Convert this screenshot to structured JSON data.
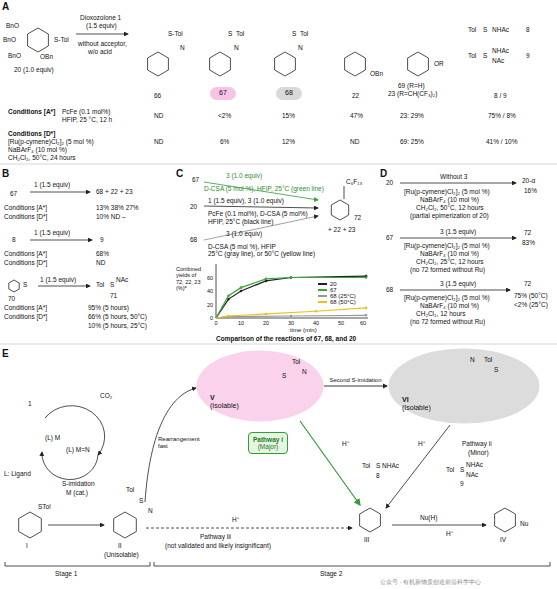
{
  "diagram": {
    "nodes": [
      {
        "text": [
          "67"
        ]
      },
      {
        "text": [
          "68"
        ]
      },
      {
        "text": [
          "V",
          "(Isolable)"
        ]
      },
      {
        "text": [
          "VI",
          "(Isolable)"
        ]
      },
      {
        "text": [
          "Pathway i",
          "(Major)"
        ]
      }
    ],
    "edges": [
      {
        "from": 2,
        "to": 3,
        "arrow": "to",
        "label": "Second S-imidation"
      }
    ],
    "labels": [
      "A",
      "Dioxozolone 1",
      "(1.5 equiv)",
      "without acceptor,",
      "w/o acid",
      "BnO",
      "BnO",
      "BnO",
      "S-Tol",
      "OBn",
      "20 (1.0 equiv)",
      "S-Tol",
      "N",
      "66",
      "S",
      "Tol",
      "N",
      "S",
      "Tol",
      "N",
      "OBn",
      "22",
      "OR",
      "69 (R=H)",
      "23 (R=CH(CF₃)₂)",
      "Tol",
      "S",
      "NHAc",
      "Tol",
      "S",
      "NHAc",
      "NAc",
      "8",
      "9",
      "8 / 9",
      "Conditions [A*]",
      "PcFe (0.1 mol%)",
      "HFIP, 25 °C, 12 h",
      "ND",
      "<2%",
      "15%",
      "47%",
      "23: 29%",
      "75% / 8%",
      "Conditions [D*]",
      "[Ru(p-cymene)Cl₂]₂ (5 mol %)",
      "NaBArF₄ (10 mol %)",
      "CH₂Cl₂, 50°C, 24 hours",
      "ND",
      "6%",
      "12%",
      "ND",
      "69: 25%",
      "41% / 10%",
      "B",
      "67",
      "1 (1.5 equiv)",
      "68 + 22 + 23",
      "Conditions [A*]",
      "13%  38%  27%",
      "Conditions [D*]",
      "10%   ND   –",
      "8",
      "1 (1.5 equiv)",
      "9",
      "Conditions [A*]",
      "68%",
      "Conditions [D*]",
      "ND",
      "S",
      "70",
      "1 (1.5 equiv)",
      "Tol",
      "S",
      "NAc",
      "71",
      "Conditions [A*]",
      "95% (5 hours)",
      "Conditions [D*]",
      "66% (5 hours, 50°C)",
      "10% (5 hours, 25°C)",
      "C",
      "67",
      "3 (1.0 equiv)",
      "D-CSA (5 mol %), HFIP, 25°C (green line)",
      "20",
      "1 (1.5 equiv), 3 (1.0 equiv)",
      "PcFe (0.1 mol%), D-CSA (5 mol%)",
      "HFIP, 25°C (black line)",
      "C₆F₁₃",
      "72",
      "+ 22 + 23",
      "68",
      "3 (1.0 equiv)",
      "D-CSA (5 mol %), HFIP",
      "25°C (gray line), or 50°C (yellow line)",
      "Combined yields of 72, 22, 23 (%)ᵃ",
      "0",
      "20",
      "40",
      "60",
      "0",
      "10",
      "20",
      "30",
      "40",
      "50",
      "60",
      "time (min)",
      "Comparison of the reactions of 67, 68, and 20",
      "D",
      "20",
      "Without 3",
      "[Ru(p-cymene)Cl₂]₂ (5 mol %)",
      "NaBArF₄ (10 mol %)",
      "CH₂Cl₂, 50°C, 12 hours",
      "(partial epimerization of 20)",
      "20-α",
      "16%",
      "67",
      "3 (1.5 equiv)",
      "[Ru(p-cymene)Cl₂]₂ (5 mol %)",
      "NaBArF₄ (10 mol %)",
      "CH₂Cl₂, 25°C, 12 hours",
      "(no 72 formed without Ru)",
      "72",
      "83%",
      "68",
      "3 (1.5 equiv)",
      "[Ru(p-cymene)Cl₂]₂ (5 mol %)",
      "NaBArF₄ (10 mol %)",
      "CH₂Cl₂, 12 hours",
      "(no 72 formed without Ru)",
      "72",
      "75% (50°C)",
      "<2% (25°C)",
      "E",
      "1",
      "CO₂",
      "L: Ligand",
      "(L) M",
      "(L) M=N",
      "S-imidation",
      "M (cat.)",
      "STol",
      "I",
      "Tol",
      "S",
      "N",
      "II",
      "(Unisolable)",
      "Rearrangement fast",
      "H⁺",
      "Pathway iii",
      "(not validated and likely insignificant)",
      "S",
      "Tol",
      "N",
      "S",
      "Tol",
      "N",
      "H⁺",
      "H⁺",
      "Pathway ii",
      "(Minor)",
      "Tol",
      "S",
      "NHAc",
      "8",
      "Tol",
      "S",
      "NHAc",
      "NAc",
      "9",
      "III",
      "Nu(H)",
      "H⁺",
      "Nu",
      "IV",
      "Stage 1",
      "Stage 2",
      "公众号 · 有机新物质创造前沿科学中心"
    ],
    "legend": [
      {
        "text": "20",
        "color": "#222222"
      },
      {
        "text": "67",
        "color": "#3aa63a"
      },
      {
        "text": "68 (25°C)",
        "color": "#999999"
      },
      {
        "text": "68 (50°C)",
        "color": "#e8c21a"
      }
    ]
  }
}
